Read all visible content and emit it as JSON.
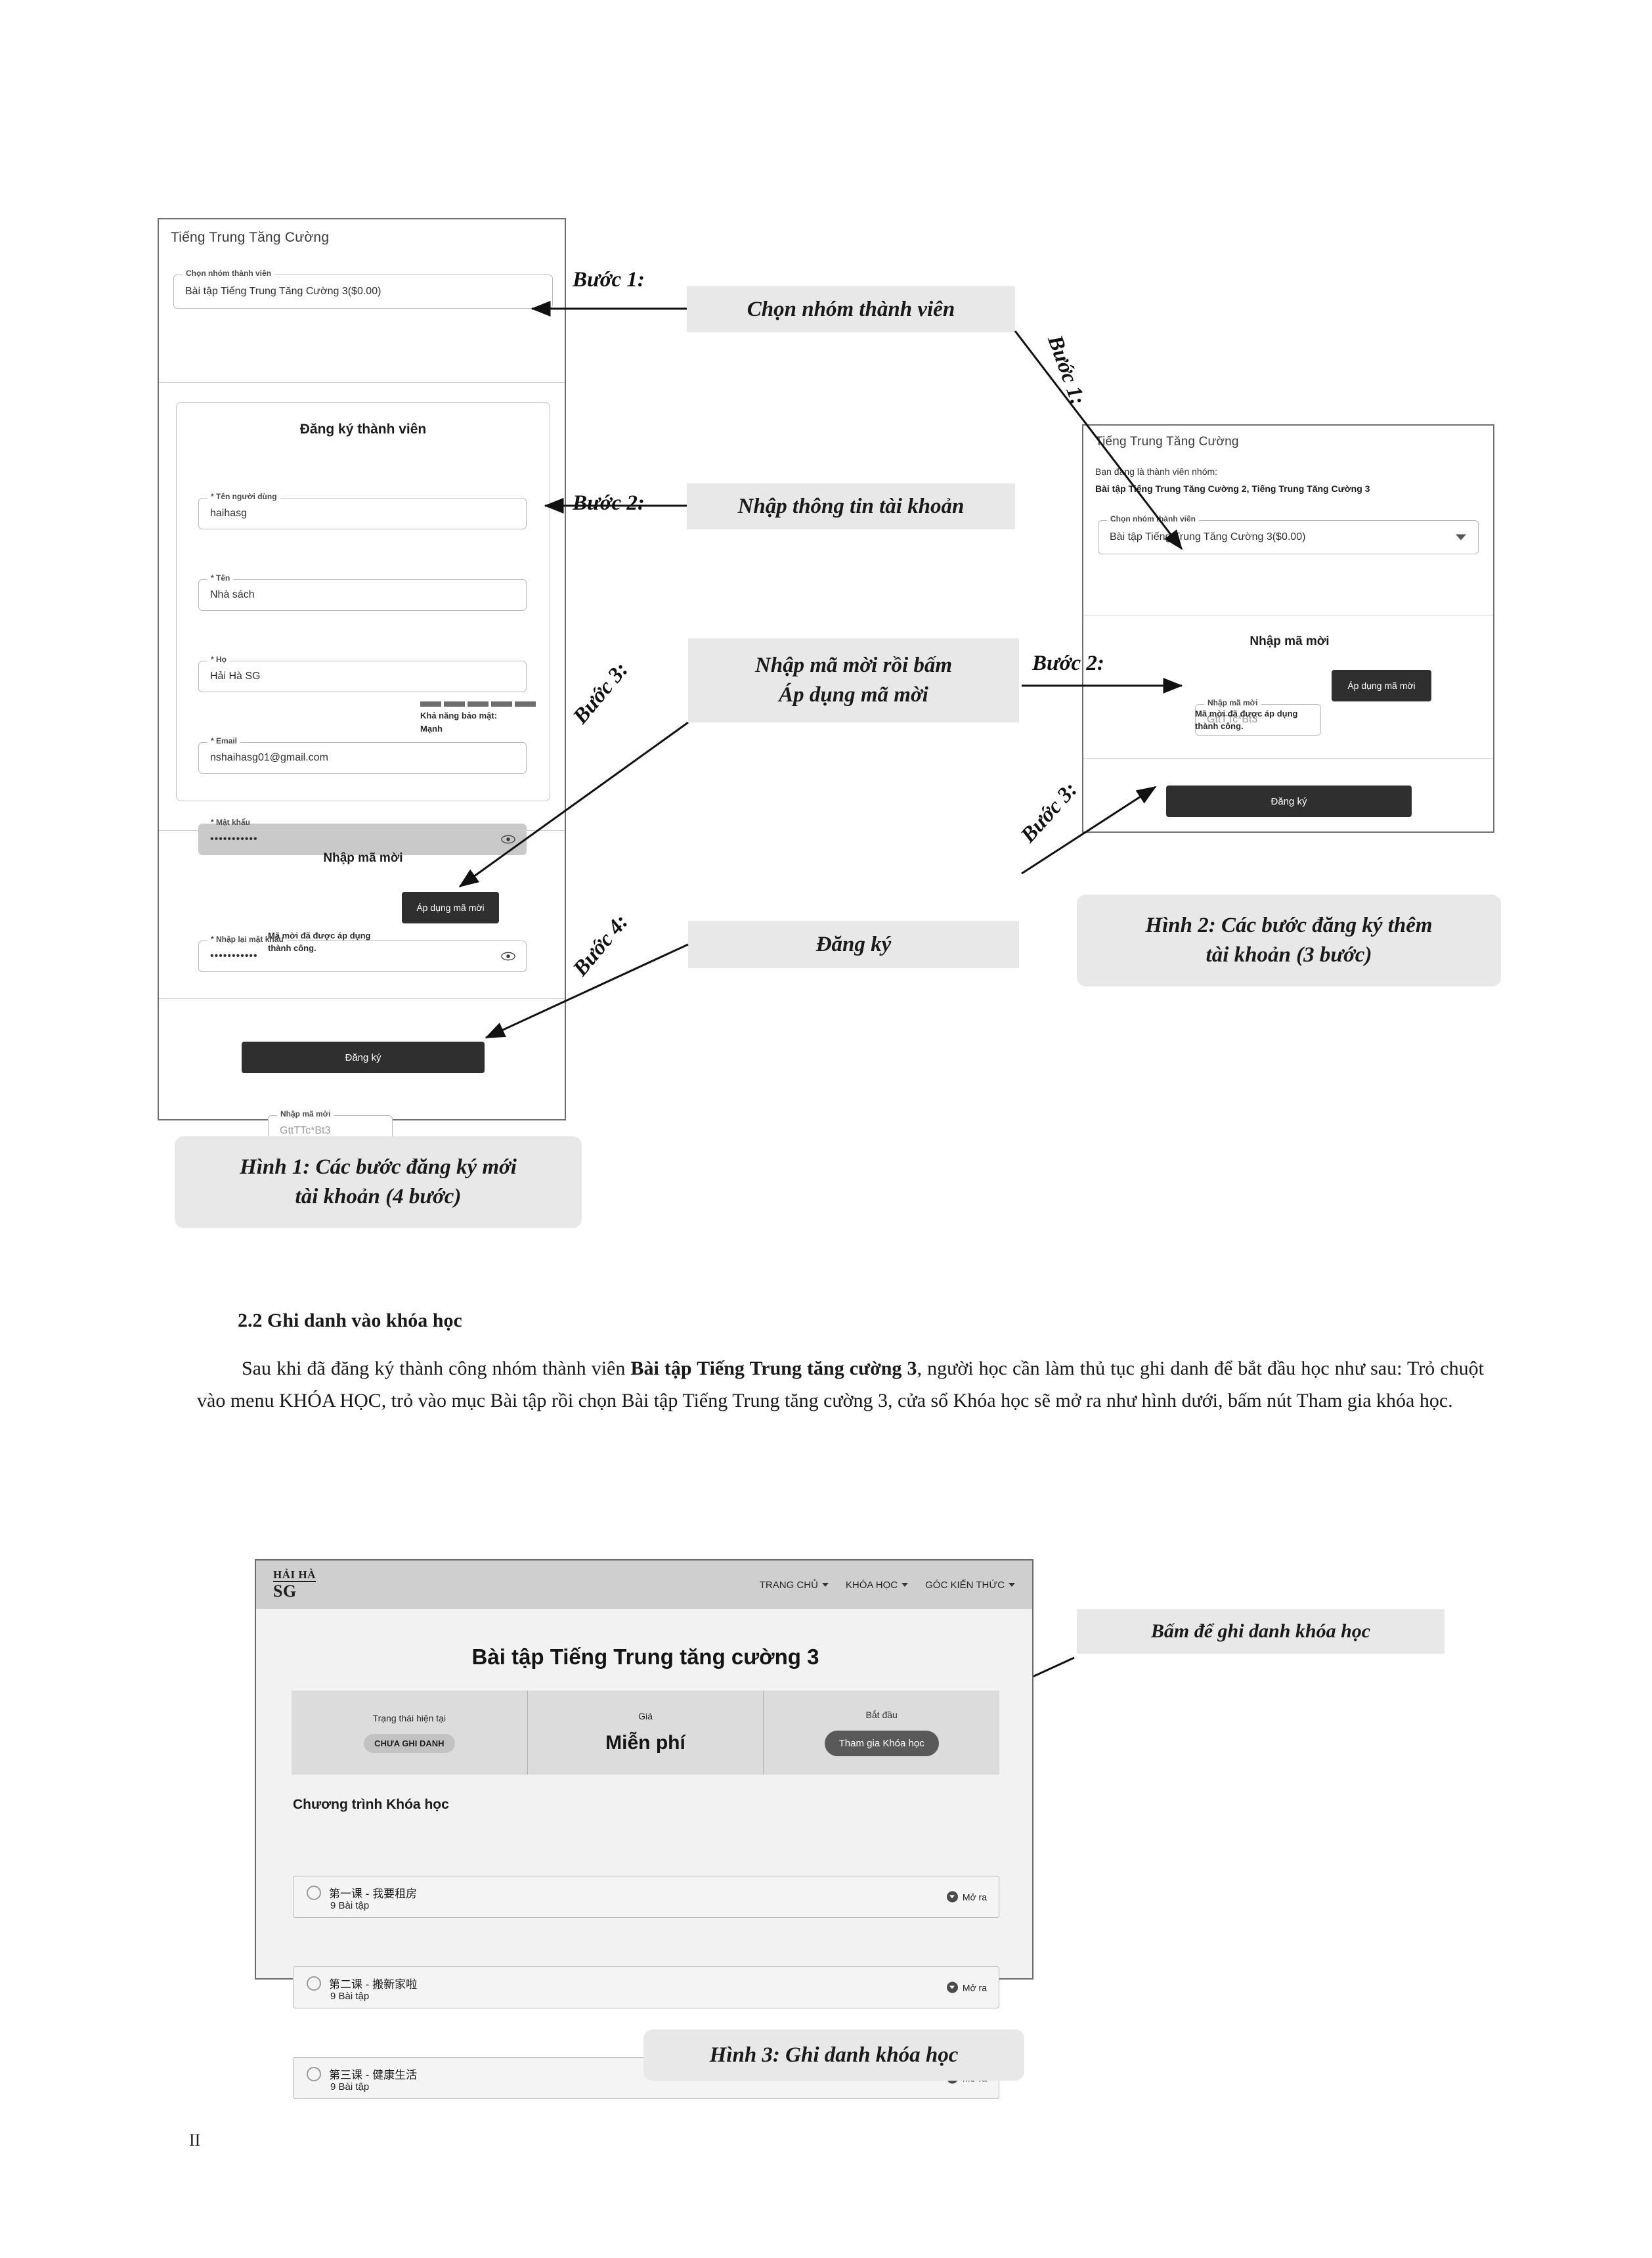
{
  "figure1": {
    "panel_title": "Tiếng Trung Tăng Cường",
    "group_select": {
      "legend": "Chọn nhóm thành viên",
      "value": "Bài tập Tiếng Trung Tăng Cường 3($0.00)"
    },
    "register_heading": "Đăng ký thành viên",
    "fields": [
      {
        "legend": "* Tên người dùng",
        "value": "haihasg"
      },
      {
        "legend": "* Tên",
        "value": "Nhà sách"
      },
      {
        "legend": "* Họ",
        "value": "Hải Hà SG"
      },
      {
        "legend": "* Email",
        "value": "nshaihasg01@gmail.com"
      },
      {
        "legend": "* Mật khẩu",
        "value": "•••••••••••"
      },
      {
        "legend": "* Nhập lại mật khẩu",
        "value": "•••••••••••"
      }
    ],
    "strength_label": "Khả năng bảo mật:",
    "strength_value": "Mạnh",
    "invite_heading": "Nhập mã mời",
    "invite_field": {
      "legend": "Nhập mã mời",
      "placeholder": "GttTTc*Bt3"
    },
    "apply_button": "Áp dụng mã mời",
    "invite_note": "Mã mời đã được áp dụng\nthành công.",
    "submit_button": "Đăng ký",
    "caption": "Hình 1: Các bước đăng ký mới\ntài khoản (4 bước)"
  },
  "figure2": {
    "panel_title": "Tiếng Trung Tăng Cường",
    "member_note_label": "Bạn đang là thành viên nhóm:",
    "member_note_value": "Bài tập Tiếng Trung Tăng Cường 2, Tiếng Trung Tăng Cường 3",
    "group_select": {
      "legend": "Chọn nhóm thành viên",
      "value": "Bài tập Tiếng Trung Tăng Cường 3($0.00)"
    },
    "invite_heading": "Nhập mã mời",
    "invite_field": {
      "legend": "Nhập mã mời",
      "placeholder": "GttTTc*Bt3"
    },
    "apply_button": "Áp dụng mã mời",
    "invite_note": "Mã mời đã được áp dụng\nthành công.",
    "submit_button": "Đăng ký",
    "caption": "Hình 2: Các bước đăng ký thêm\ntài khoản (3 bước)"
  },
  "callouts": {
    "c1": "Chọn nhóm thành viên",
    "c2": "Nhập thông tin tài khoản",
    "c3": "Nhập mã mời rồi bấm\nÁp dụng mã mời",
    "c4": "Đăng ký",
    "c5": "Bấm để ghi danh khóa học"
  },
  "steps": {
    "f1_s1": "Bước 1:",
    "f1_s2": "Bước 2:",
    "f1_s3": "Bước 3:",
    "f1_s4": "Bước 4:",
    "f2_s1": "Bước 1:",
    "f2_s2": "Bước 2:",
    "f2_s3": "Bước 3:"
  },
  "body": {
    "heading": "2.2 Ghi danh vào khóa học",
    "paragraph_pre": "Sau khi đã đăng ký thành công nhóm thành viên ",
    "paragraph_bold": "Bài tập Tiếng Trung tăng cường 3",
    "paragraph_post": ", người học cần làm thủ tục ghi danh để bắt đầu học như sau: Trỏ chuột vào menu KHÓA HỌC, trỏ vào mục Bài tập rồi chọn Bài tập Tiếng Trung tăng cường 3, cửa sổ Khóa học sẽ mở ra như hình dưới, bấm nút Tham gia khóa học.",
    "page_number": "II"
  },
  "figure3": {
    "brand_line1": "HẢI HÀ",
    "brand_line2": "SG",
    "nav": [
      "TRANG CHỦ",
      "KHÓA HỌC",
      "GÓC KIẾN THỨC"
    ],
    "course_title": "Bài tập Tiếng Trung tăng cường 3",
    "stats": [
      {
        "label": "Trạng thái hiện tại",
        "value": "CHƯA GHI DANH",
        "kind": "badge"
      },
      {
        "label": "Giá",
        "value": "Miễn phí",
        "kind": "text"
      },
      {
        "label": "Bắt đầu",
        "value": "Tham gia Khóa học",
        "kind": "button"
      }
    ],
    "section_heading": "Chương trình Khóa học",
    "lessons": [
      {
        "title": "第一课 - 我要租房",
        "sub": "9 Bài tập",
        "action": "Mở ra"
      },
      {
        "title": "第二课 - 搬新家啦",
        "sub": "9 Bài tập",
        "action": "Mở ra"
      },
      {
        "title": "第三课 - 健康生活",
        "sub": "9 Bài tập",
        "action": "Mở ra"
      }
    ],
    "caption": "Hình 3: Ghi danh khóa học"
  }
}
